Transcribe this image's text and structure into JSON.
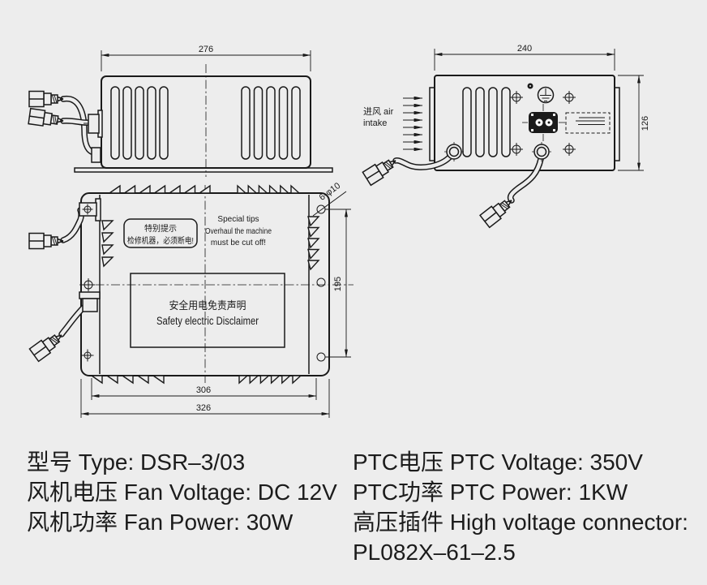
{
  "colors": {
    "background": "#ededed",
    "line": "#1a1a1a"
  },
  "views": {
    "front": {
      "width_dim": "276"
    },
    "side": {
      "width_dim": "240",
      "height_dim": "126",
      "air_line1": "进风 air",
      "air_line2": "intake"
    },
    "top": {
      "holes_note": "6-φ10",
      "pitch_dim": "195",
      "inner_width_dim": "306",
      "outer_width_dim": "326",
      "warning_line1": "特别提示",
      "warning_line2": "检修机器，必须断电!",
      "tips_line1": "Special tips",
      "tips_line2": "Overhaul the machine",
      "tips_line3": "must be cut off!",
      "disclaimer_line1": "安全用电免责声明",
      "disclaimer_line2": "Safety electric Disclaimer"
    }
  },
  "specs": {
    "left": [
      "型号 Type: DSR–3/03",
      "风机电压 Fan Voltage: DC 12V",
      "风机功率 Fan Power: 30W"
    ],
    "right": [
      "PTC电压 PTC Voltage: 350V",
      "PTC功率 PTC Power: 1KW",
      "高压插件 High voltage connector:",
      "PL082X–61–2.5"
    ]
  }
}
